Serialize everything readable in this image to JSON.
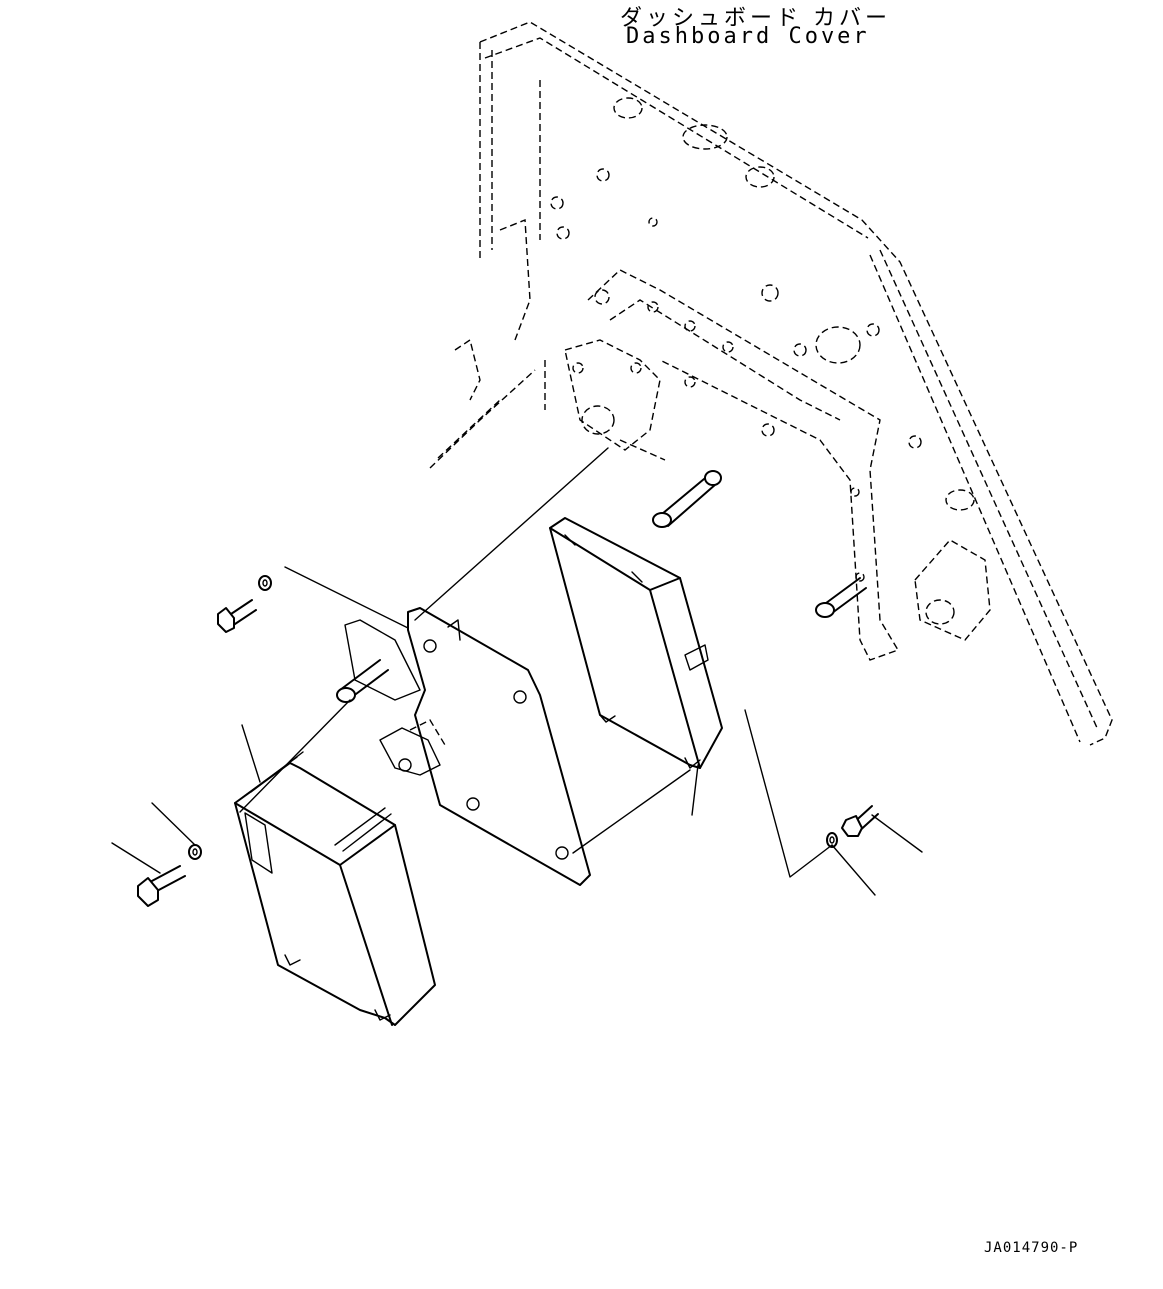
{
  "labels": {
    "title_japanese": "ダッシュボード カバー",
    "title_english": "Dashboard Cover",
    "drawing_code": "JA014790-P"
  }
}
